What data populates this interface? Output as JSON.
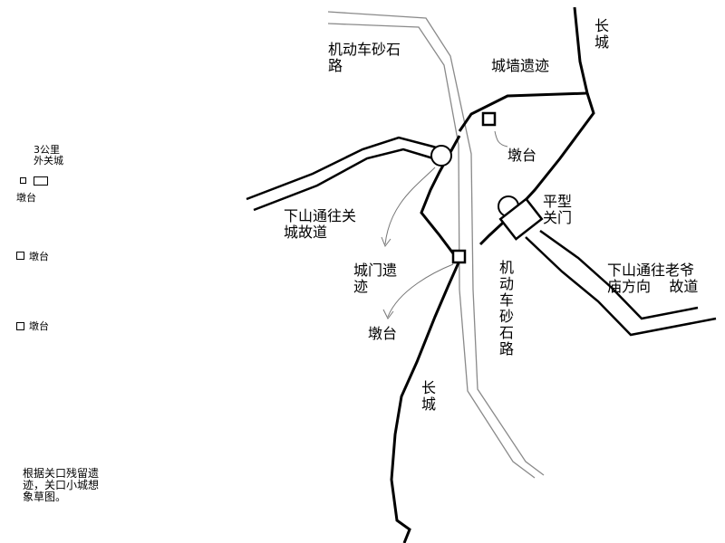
{
  "labels": {
    "great_wall_top": "长\n城",
    "road_top": "机动车砂石\n路",
    "wall_ruins": "城墙遗迹",
    "beacon_upper": "墩台",
    "flat_gate": "平型\n关门",
    "down_to_old_city": "下山通往关\n城故道",
    "gate_ruins": "城门遗\n迹",
    "road_middle": "机\n动\n车\n砂\n石\n路",
    "down_to_temple": "下山通往老爷\n庙方向    故道",
    "beacon_lower": "墩台",
    "great_wall_bottom": "长\n城"
  },
  "side_panel": {
    "outer_city": "3公里\n外关城",
    "beacon_1": "墩台",
    "beacon_2": "墩台",
    "beacon_3": "墩台"
  },
  "note": "根据关口残留遗\n迹，关口小城想\n象草图。"
}
